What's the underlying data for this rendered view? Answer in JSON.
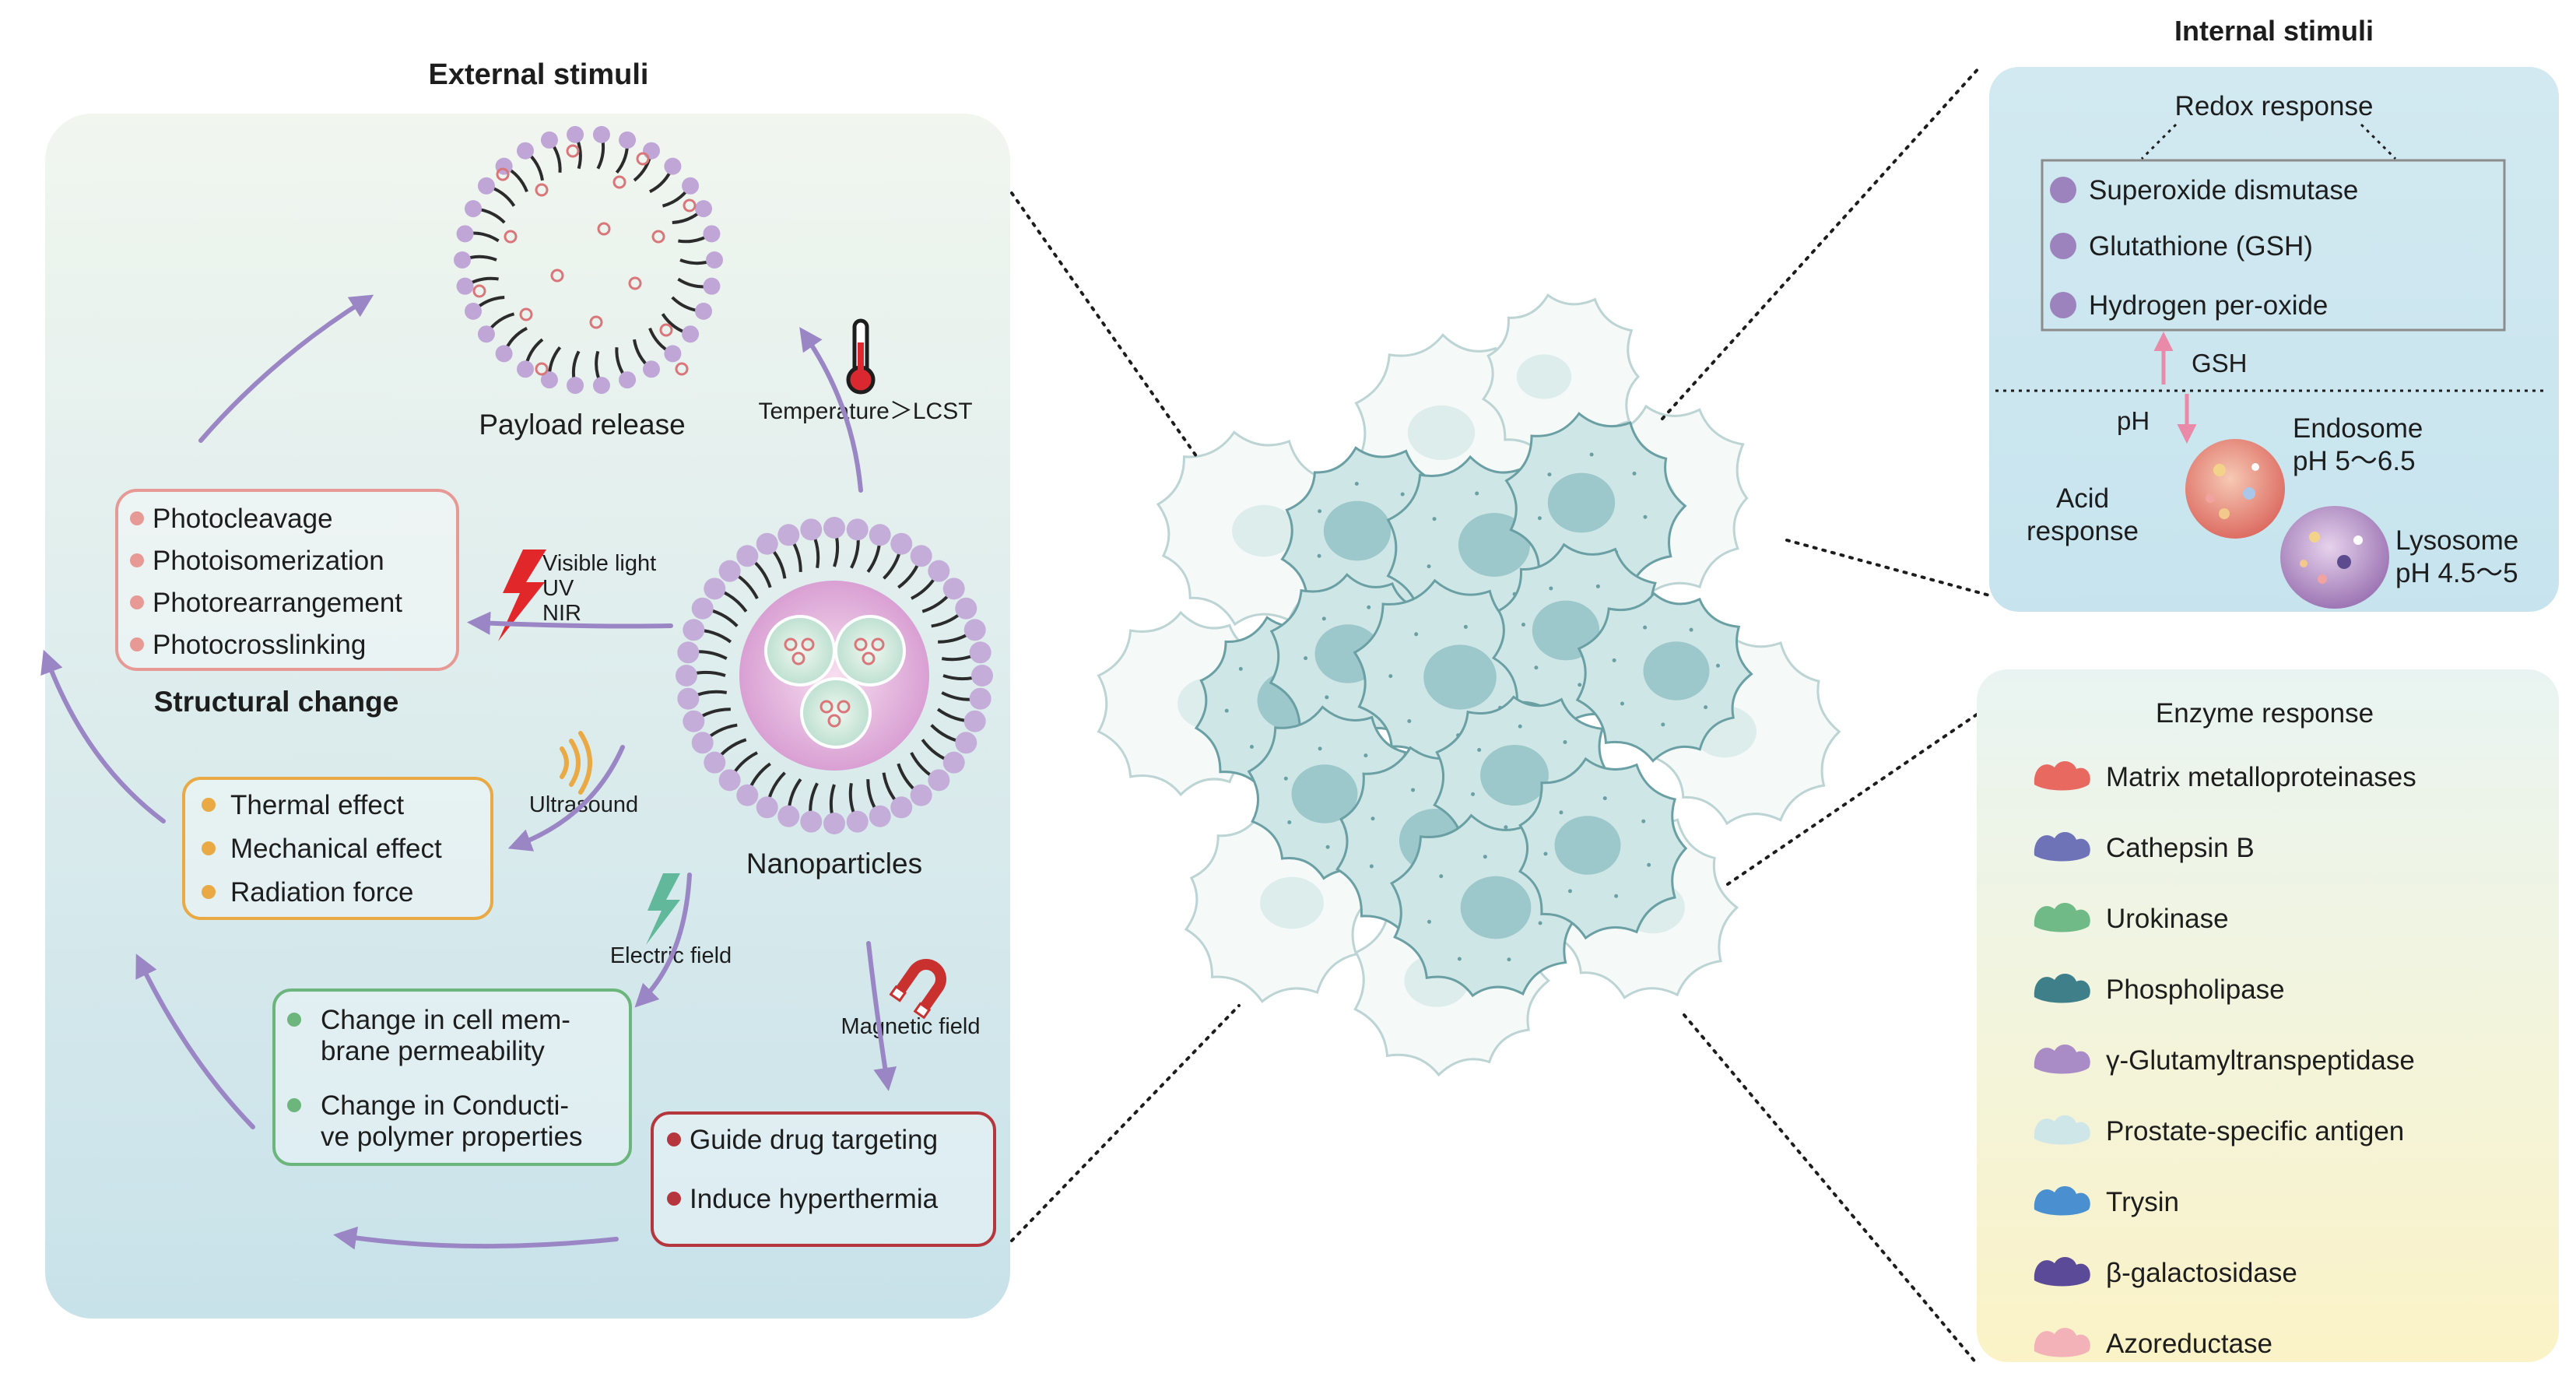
{
  "external": {
    "title": "External stimuli",
    "payload_label": "Payload release",
    "temperature_label": "Temperature＞LCST",
    "light": {
      "visible": "Visible light",
      "uv": "UV",
      "nir": "NIR"
    },
    "ultrasound_label": "Ultrasound",
    "electric_label": "Electric field",
    "magnetic_label": "Magnetic field",
    "nanoparticles_label": "Nanoparticles",
    "structural_change_label": "Structural change",
    "light_effects": [
      "Photocleavage",
      "Photoisomerization",
      "Photorearrangement",
      "Photocrosslinking"
    ],
    "ultrasound_effects": [
      "Thermal effect",
      "Mechanical effect",
      "Radiation force"
    ],
    "electric_effects": {
      "item1_line1": "Change in cell mem-",
      "item1_line2": "brane permeability",
      "item2_line1": "Change in Conducti-",
      "item2_line2": "ve polymer properties"
    },
    "magnetic_effects": [
      "Guide drug targeting",
      "Induce hyperthermia"
    ]
  },
  "internal": {
    "title": "Internal stimuli",
    "redox_title": "Redox response",
    "redox_items": [
      "Superoxide dismutase",
      "Glutathione (GSH)",
      "Hydrogen per-oxide"
    ],
    "gsh_label": "GSH",
    "ph_label": "pH",
    "acid_line1": "Acid",
    "acid_line2": "response",
    "endosome_line1": "Endosome",
    "endosome_line2": "pH  5～6.5",
    "lysosome_line1": "Lysosome",
    "lysosome_line2": "pH  4.5～5"
  },
  "enzyme": {
    "title": "Enzyme response",
    "items": [
      {
        "label": "Matrix metalloproteinases",
        "color": "#e8695f"
      },
      {
        "label": "Cathepsin B",
        "color": "#6e73b8"
      },
      {
        "label": "Urokinase",
        "color": "#6fba86"
      },
      {
        "label": "Phospholipase",
        "color": "#3f7f8a"
      },
      {
        "label": "γ-Glutamyltranspeptidase",
        "color": "#a98cc6"
      },
      {
        "label": "Prostate-specific antigen",
        "color": "#cfe6e8"
      },
      {
        "label": "Trysin",
        "color": "#4a8fcf"
      },
      {
        "label": "β-galactosidase",
        "color": "#5b4a98"
      },
      {
        "label": "Azoreductase",
        "color": "#f2b2b8"
      }
    ]
  },
  "colors": {
    "light_box": "#e79a95",
    "ultrasound_box": "#e9a945",
    "electric_box": "#6cb57c",
    "magnetic_box": "#b5373d",
    "arrow": "#9a86c4",
    "pink_arrow": "#e88aa8",
    "cell_fill": "#cfe6e6",
    "nucleus": "#9cc7cb"
  }
}
